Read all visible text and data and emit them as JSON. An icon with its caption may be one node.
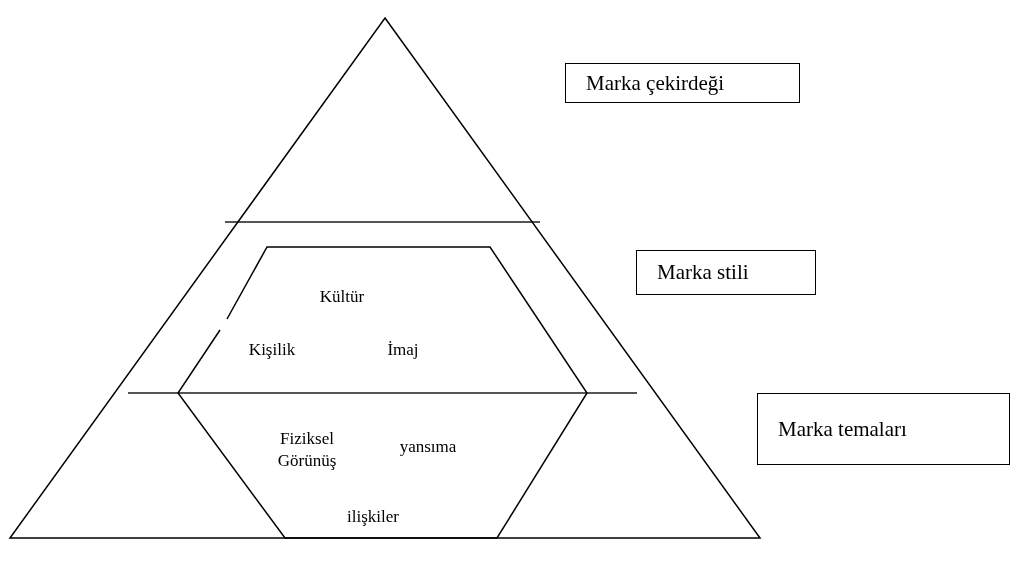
{
  "diagram": {
    "nodes": [
      {
        "text": [],
        "shape": "triangle"
      },
      {
        "text": [
          "Kültür",
          "Kişilik",
          "İmaj",
          "Fiziksel Görünüş",
          "yansıma",
          "ilişkiler"
        ],
        "in": 0
      },
      {
        "text": [
          "Marka çekirdeği"
        ]
      },
      {
        "text": [
          "Marka stili"
        ]
      },
      {
        "text": [
          "Marka temaları"
        ]
      }
    ]
  }
}
